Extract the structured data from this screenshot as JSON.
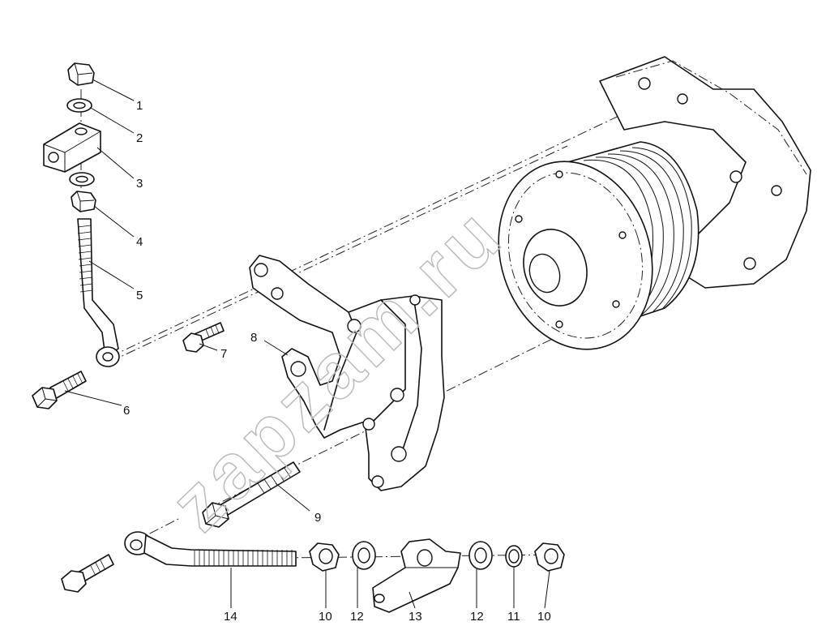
{
  "watermark": "zapzam.ru",
  "callouts": [
    {
      "id": "1",
      "label": "1"
    },
    {
      "id": "2",
      "label": "2"
    },
    {
      "id": "3",
      "label": "3"
    },
    {
      "id": "4",
      "label": "4"
    },
    {
      "id": "5",
      "label": "5"
    },
    {
      "id": "6",
      "label": "6"
    },
    {
      "id": "7",
      "label": "7"
    },
    {
      "id": "8",
      "label": "8"
    },
    {
      "id": "9",
      "label": "9"
    },
    {
      "id": "14",
      "label": "14"
    },
    {
      "id": "10a",
      "label": "10"
    },
    {
      "id": "12a",
      "label": "12"
    },
    {
      "id": "13",
      "label": "13"
    },
    {
      "id": "12b",
      "label": "12"
    },
    {
      "id": "11",
      "label": "11"
    },
    {
      "id": "10b",
      "label": "10"
    }
  ]
}
